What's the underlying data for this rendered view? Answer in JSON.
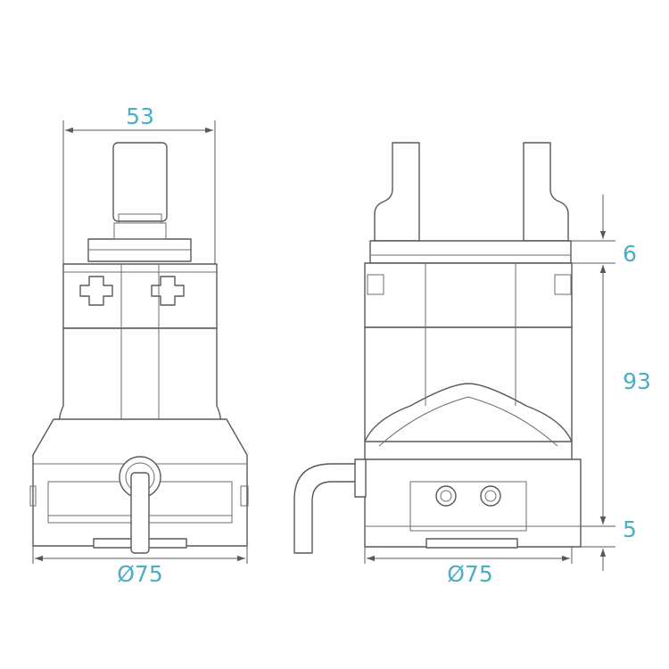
{
  "colors": {
    "dimension_text": "#4aaec7",
    "outline": "#55595d",
    "background": "#ffffff"
  },
  "front_view": {
    "width_top": "53",
    "diameter": "Ø75"
  },
  "side_view": {
    "dim_upper": "6",
    "dim_height": "93",
    "dim_lower": "5",
    "diameter": "Ø75"
  }
}
